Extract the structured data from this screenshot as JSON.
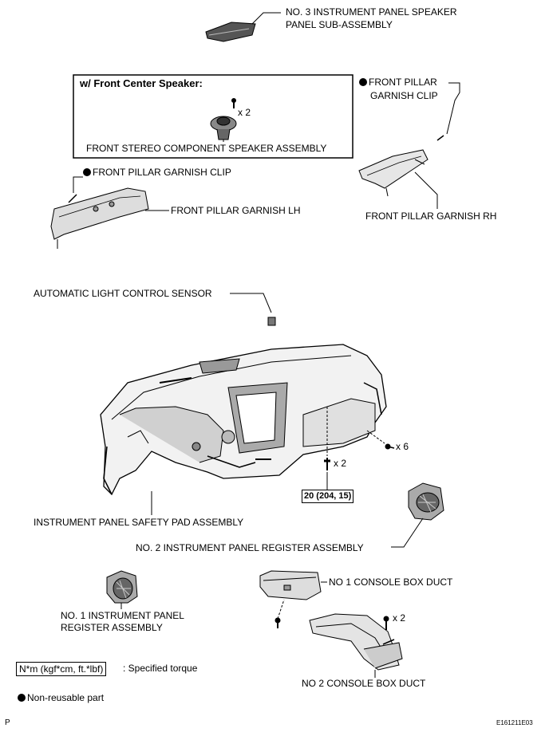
{
  "labels": {
    "speaker_panel_line1": "NO. 3 INSTRUMENT PANEL SPEAKER",
    "speaker_panel_line2": "PANEL SUB-ASSEMBLY",
    "box_title": "w/ Front Center Speaker:",
    "box_qty": "x 2",
    "box_part": "FRONT STEREO COMPONENT SPEAKER ASSEMBLY",
    "pillar_clip_rh_line1": "FRONT PILLAR",
    "pillar_clip_rh_line2": "GARNISH CLIP",
    "pillar_clip_lh": "FRONT PILLAR GARNISH CLIP",
    "pillar_garnish_lh": "FRONT PILLAR GARNISH LH",
    "pillar_garnish_rh": "FRONT PILLAR GARNISH RH",
    "light_sensor": "AUTOMATIC LIGHT CONTROL SENSOR",
    "qty_x6": "x 6",
    "qty_x2_center": "x 2",
    "torque_value": "20 (204, 15)",
    "safety_pad": "INSTRUMENT PANEL SAFETY PAD ASSEMBLY",
    "register_no2": "NO. 2 INSTRUMENT PANEL REGISTER ASSEMBLY",
    "console_duct_1": "NO  1 CONSOLE BOX DUCT",
    "register_no1_line1": "NO. 1 INSTRUMENT PANEL",
    "register_no1_line2": "REGISTER ASSEMBLY",
    "qty_x2_duct": "x 2",
    "console_duct_2": "NO  2 CONSOLE BOX DUCT"
  },
  "legend": {
    "torque_box": "N*m (kgf*cm, ft.*lbf)",
    "torque_text": ": Specified torque",
    "nonreusable": "Non-reusable part"
  },
  "footer": {
    "left": "P",
    "right": "E161211E03"
  }
}
